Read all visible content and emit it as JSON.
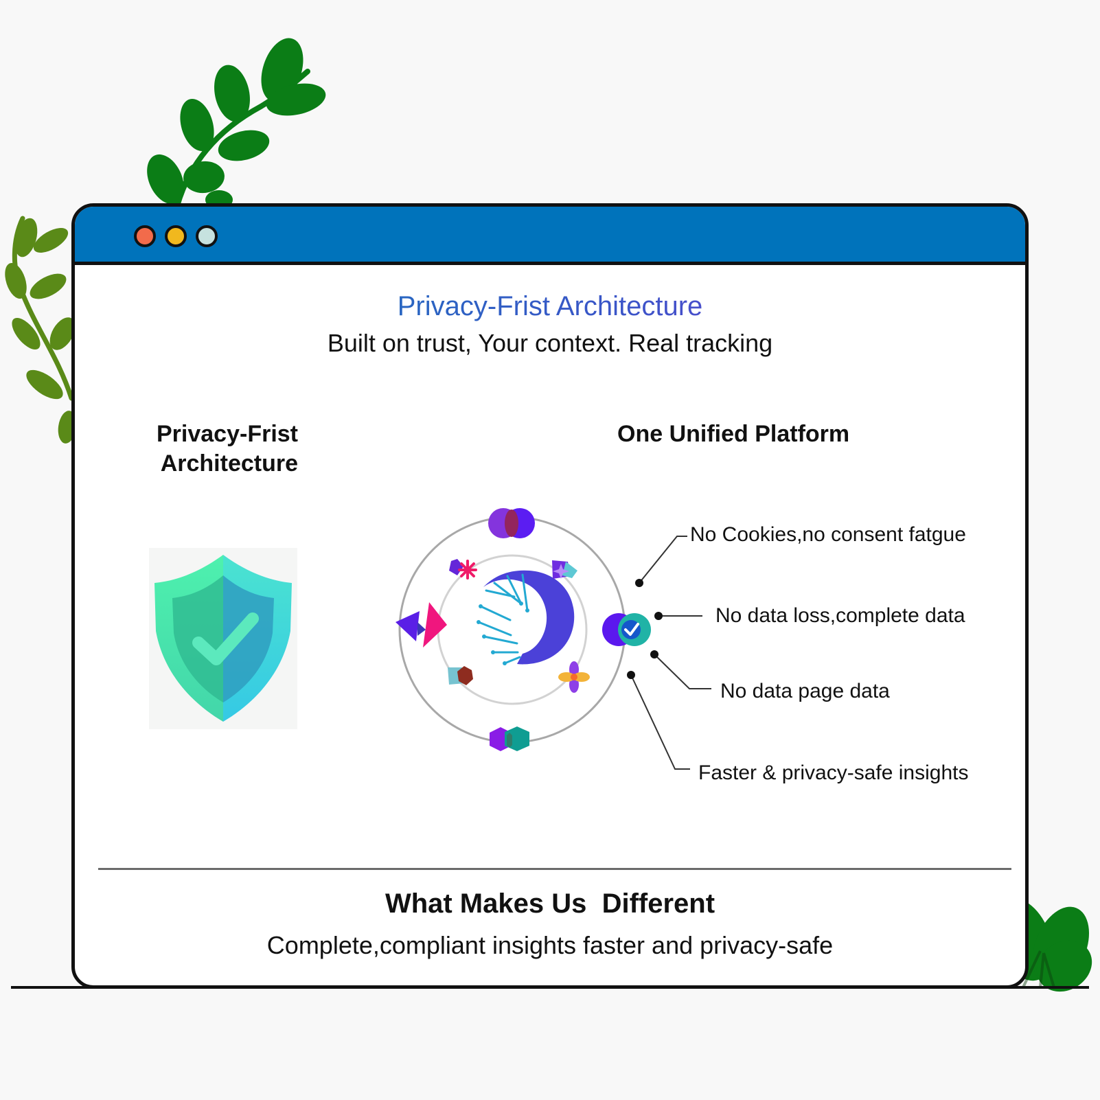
{
  "hero": {
    "title": "Privacy-Frist Architecture",
    "subtitle": "Built on trust, Your context. Real tracking"
  },
  "sections": {
    "left_heading": "Privacy-Frist\nArchitecture",
    "right_heading": "One Unified Platform"
  },
  "features": [
    {
      "label": "No Cookies,no consent fatgue"
    },
    {
      "label": "No data loss,complete data"
    },
    {
      "label": "No data page data"
    },
    {
      "label": "Faster & privacy-safe insights"
    }
  ],
  "bottom": {
    "title": "What Makes Us  Different",
    "subtitle": "Complete,compliant insights faster and privacy-safe"
  },
  "colors": {
    "titlebar": "#0073bb",
    "window_control_red": "#f26b4b",
    "window_control_yellow": "#f1b81e",
    "window_control_green": "#c6e2df",
    "leaf_dark": "#0b7d16",
    "leaf_light": "#5a8a18",
    "hero_gradient_start": "#0f7fb8",
    "hero_gradient_end": "#7f3ad7",
    "shield_green": "#4fe0a6",
    "shield_teal": "#3bcfd8",
    "icon_purple": "#7f2cf0",
    "icon_teal": "#1ea8a0"
  },
  "icons": [
    "green-branch-icon",
    "green-vine-icon",
    "green-shrub-icon",
    "shield-check-icon",
    "ai-head-icon",
    "overlapping-circles-icon",
    "checkmark-circle-icon",
    "bowtie-icon",
    "hexagon-pair-icon",
    "asterisk-icon",
    "spark-badge-icon",
    "shape-pair-icon",
    "flower-icon"
  ]
}
